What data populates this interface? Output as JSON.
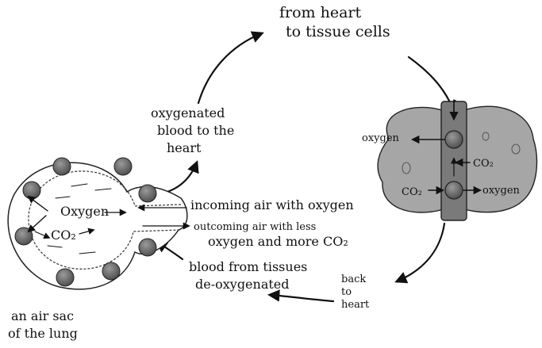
{
  "labels": {
    "from_heart_line1": "from heart",
    "from_heart_line2": "to tissue cells",
    "oxygenated_line1": "oxygenated",
    "oxygenated_line2": "blood to the",
    "oxygenated_line3": "heart",
    "tissue_oxygen_left": "oxygen",
    "tissue_oxygen_right": "oxygen",
    "tissue_co2_top": "CO₂",
    "tissue_co2_bottom": "CO₂",
    "alveolus_oxygen": "Oxygen",
    "alveolus_co2": "CO₂",
    "incoming_air": "incoming air with oxygen",
    "outcoming_line1": "outcoming air with less",
    "outcoming_line2": "oxygen and more CO₂",
    "blood_tissues_line1": "blood from tissues",
    "blood_tissues_line2": "de-oxygenated",
    "back_line1": "back",
    "back_line2": "to",
    "back_line3": "heart",
    "caption_line1": "an air sac",
    "caption_line2": "of the lung"
  },
  "colors": {
    "ink": "#111111",
    "cell_fill": "#a6a6a6",
    "vessel_fill": "#7a7a7a",
    "corpuscle_fill": "#5e5e5e",
    "paper": "#ffffff"
  }
}
